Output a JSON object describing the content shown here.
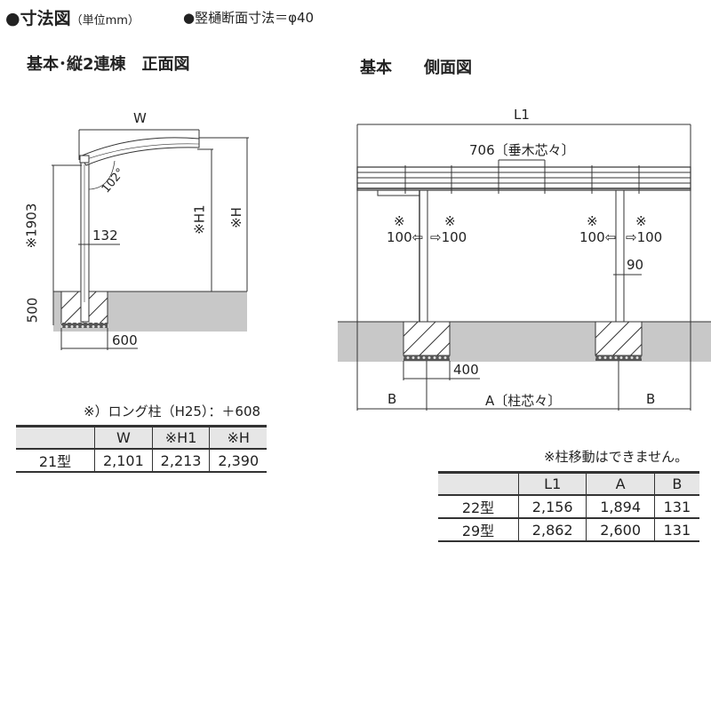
{
  "header": {
    "main_title": "●寸法図",
    "unit_note": "（単位mm）",
    "pipe_note": "●竪樋断面寸法＝φ40"
  },
  "front_view": {
    "title": "基本･縦2連棟　正面図",
    "labels": {
      "width": "W",
      "angle": "102°",
      "post_height": "※1903",
      "post_size": "132",
      "h1": "※H1",
      "h": "※H",
      "foundation_depth": "500",
      "foundation_width": "600"
    }
  },
  "side_view": {
    "title": "基本　　側面図",
    "labels": {
      "length": "L1",
      "rafter_pitch": "706〔垂木芯々〕",
      "mark": "※",
      "offset_left": "100⇦",
      "offset_right": "⇨100",
      "post_size": "90",
      "foundation_width": "400",
      "b": "B",
      "a": "A〔柱芯々〕"
    }
  },
  "front_table": {
    "note": "※）ロング柱（H25）：＋608",
    "headers": [
      "",
      "W",
      "※H1",
      "※H"
    ],
    "rows": [
      [
        "21型",
        "2,101",
        "2,213",
        "2,390"
      ]
    ]
  },
  "side_table": {
    "note": "※柱移動はできません。",
    "headers": [
      "",
      "L1",
      "A",
      "B"
    ],
    "rows": [
      [
        "22型",
        "2,156",
        "1,894",
        "131"
      ],
      [
        "29型",
        "2,862",
        "2,600",
        "131"
      ]
    ]
  }
}
